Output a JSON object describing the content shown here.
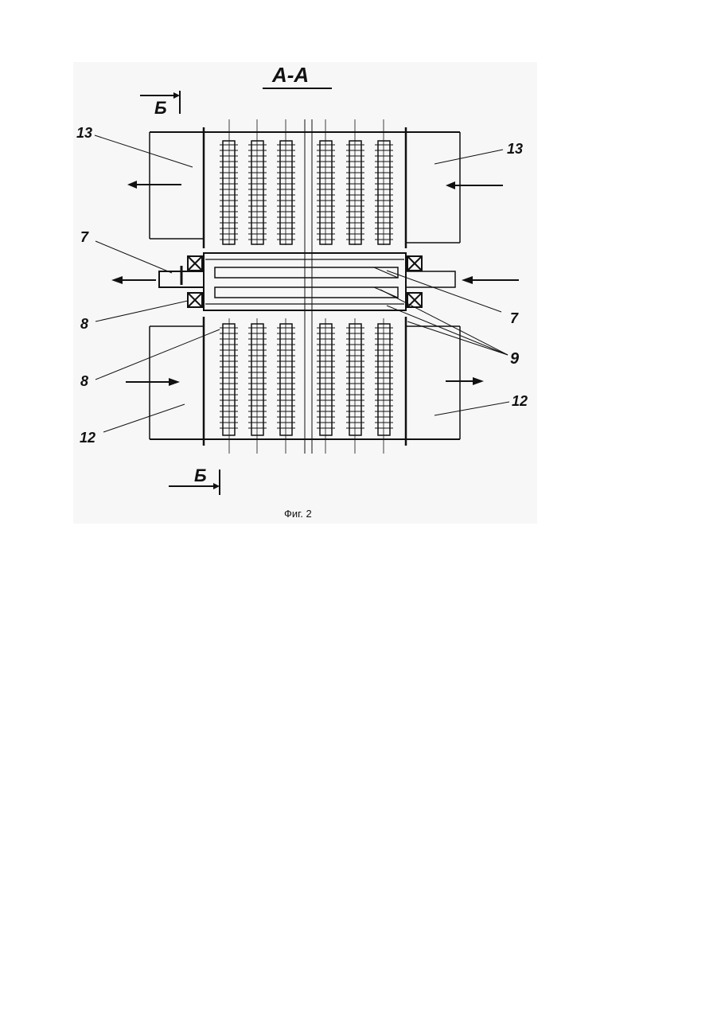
{
  "section_title": "А-А",
  "section_marks": {
    "top": "Б",
    "bottom": "Б"
  },
  "callouts": {
    "upper_left": "13",
    "upper_right": "13",
    "shaft_top_left": "7",
    "shaft_right": "7",
    "bearing_left": "8",
    "housing_left": "8",
    "elements_right": "9",
    "lower_left": "12",
    "lower_right": "12"
  },
  "caption": "Фиг. 2"
}
